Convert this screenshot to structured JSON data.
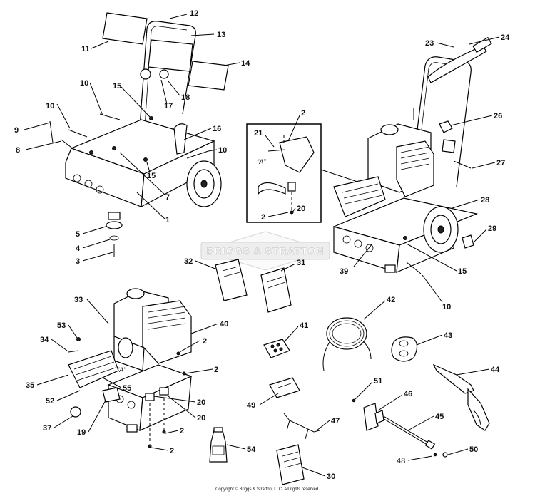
{
  "watermark": {
    "text": "BRIGGS & STRATTON"
  },
  "copyright": "Copyright © Briggs & Stratton, LLC. All rights reserved.",
  "detail_label": "\"A\"",
  "parts": [
    {
      "id": "p1",
      "label": "1"
    },
    {
      "id": "p2a",
      "label": "2"
    },
    {
      "id": "p2b",
      "label": "2"
    },
    {
      "id": "p2c",
      "label": "2"
    },
    {
      "id": "p2d",
      "label": "2"
    },
    {
      "id": "p2e",
      "label": "2"
    },
    {
      "id": "p2f",
      "label": "2"
    },
    {
      "id": "p3",
      "label": "3"
    },
    {
      "id": "p4",
      "label": "4"
    },
    {
      "id": "p5",
      "label": "5"
    },
    {
      "id": "p7",
      "label": "7"
    },
    {
      "id": "p8",
      "label": "8"
    },
    {
      "id": "p9",
      "label": "9"
    },
    {
      "id": "p10a",
      "label": "10"
    },
    {
      "id": "p10b",
      "label": "10"
    },
    {
      "id": "p10c",
      "label": "10"
    },
    {
      "id": "p10d",
      "label": "10"
    },
    {
      "id": "p11",
      "label": "11"
    },
    {
      "id": "p12",
      "label": "12"
    },
    {
      "id": "p13",
      "label": "13"
    },
    {
      "id": "p14",
      "label": "14"
    },
    {
      "id": "p15a",
      "label": "15"
    },
    {
      "id": "p15b",
      "label": "15"
    },
    {
      "id": "p15c",
      "label": "15"
    },
    {
      "id": "p16",
      "label": "16"
    },
    {
      "id": "p17",
      "label": "17"
    },
    {
      "id": "p18",
      "label": "18"
    },
    {
      "id": "p19",
      "label": "19"
    },
    {
      "id": "p20a",
      "label": "20"
    },
    {
      "id": "p20b",
      "label": "20"
    },
    {
      "id": "p20c",
      "label": "20"
    },
    {
      "id": "p21",
      "label": "21"
    },
    {
      "id": "p23",
      "label": "23"
    },
    {
      "id": "p24",
      "label": "24"
    },
    {
      "id": "p26",
      "label": "26"
    },
    {
      "id": "p27",
      "label": "27"
    },
    {
      "id": "p28",
      "label": "28"
    },
    {
      "id": "p29",
      "label": "29"
    },
    {
      "id": "p30",
      "label": "30"
    },
    {
      "id": "p31",
      "label": "31"
    },
    {
      "id": "p32",
      "label": "32"
    },
    {
      "id": "p33",
      "label": "33"
    },
    {
      "id": "p34",
      "label": "34"
    },
    {
      "id": "p35",
      "label": "35"
    },
    {
      "id": "p37",
      "label": "37"
    },
    {
      "id": "p39",
      "label": "39"
    },
    {
      "id": "p40",
      "label": "40"
    },
    {
      "id": "p41",
      "label": "41"
    },
    {
      "id": "p42",
      "label": "42"
    },
    {
      "id": "p43",
      "label": "43"
    },
    {
      "id": "p44",
      "label": "44"
    },
    {
      "id": "p45",
      "label": "45"
    },
    {
      "id": "p46",
      "label": "46"
    },
    {
      "id": "p47",
      "label": "47"
    },
    {
      "id": "p48",
      "label": "48"
    },
    {
      "id": "p49",
      "label": "49"
    },
    {
      "id": "p50",
      "label": "50"
    },
    {
      "id": "p51",
      "label": "51"
    },
    {
      "id": "p52",
      "label": "52"
    },
    {
      "id": "p53",
      "label": "53"
    },
    {
      "id": "p54",
      "label": "54"
    },
    {
      "id": "p55",
      "label": "55"
    }
  ]
}
